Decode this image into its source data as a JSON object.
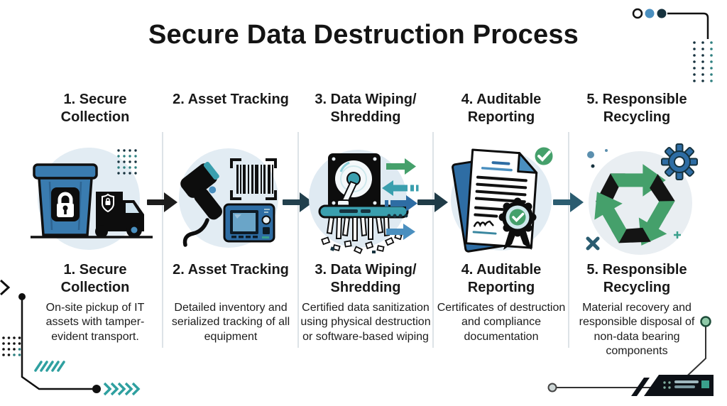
{
  "title": "Secure Data Destruction Process",
  "steps": [
    {
      "heading": "1. Secure Collection",
      "description": "On-site pickup of IT assets with tamper-evident transport.",
      "icon": "locked-bin-and-truck-icon"
    },
    {
      "heading": "2. Asset Tracking",
      "description": "Detailed inventory and serialized tracking of all equipment",
      "icon": "barcode-scanner-icon"
    },
    {
      "heading": "3. Data Wiping/ Shredding",
      "description": "Certified data sanitization using physical destruction or software-based wiping",
      "icon": "hard-drive-shredder-icon"
    },
    {
      "heading": "4. Auditable Reporting",
      "description": "Certificates of destruction and compliance documentation",
      "icon": "certificate-seal-icon"
    },
    {
      "heading": "5. Responsible Recycling",
      "description": "Material recovery and responsible disposal of non-data bearing components",
      "icon": "recycling-arrows-icon"
    }
  ],
  "flow_arrows": {
    "colors": [
      "#1c1c1c",
      "#22404d",
      "#1f3b47",
      "#2b5c70"
    ]
  },
  "palette": {
    "accent_teal": "#2fa0a0",
    "accent_green": "#45a06b",
    "accent_blue": "#2e6da4",
    "dark_navy": "#16323e",
    "icon_circle_bg": "#e2ecf3",
    "divider": "#dde3e7",
    "text": "#1a1a1a",
    "background": "#ffffff"
  }
}
